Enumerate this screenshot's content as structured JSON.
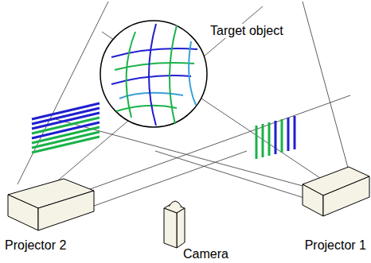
{
  "diagram": {
    "labels": [
      "Target object",
      "Projector 2",
      "Projector 1",
      "Camera"
    ]
  }
}
